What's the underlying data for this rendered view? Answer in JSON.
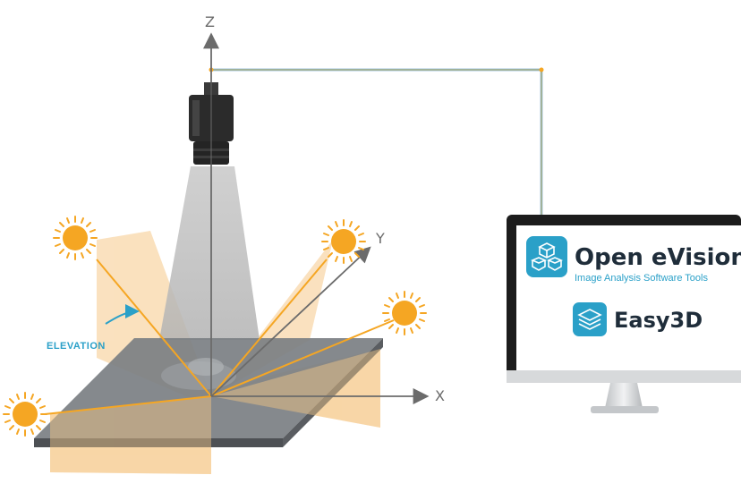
{
  "axes": {
    "z": "Z",
    "y": "Y",
    "x": "X"
  },
  "elevation_label": "ELEVATION",
  "software": {
    "title": "Open eVision",
    "subtitle": "Image Analysis Software Tools",
    "product": "Easy3D"
  },
  "colors": {
    "light_ray": "#f5a623",
    "light_plane": "#f6c98a",
    "cable": "#4a90c8",
    "plate": "#6c6f73",
    "camera": "#2b2b2b",
    "monitor": "#1c1c1c",
    "accent": "#2aa0c8"
  },
  "icons": {
    "sun": "sun-icon",
    "camera": "camera-icon",
    "logo": "cube-cluster-icon",
    "easy3d": "layers-icon"
  }
}
